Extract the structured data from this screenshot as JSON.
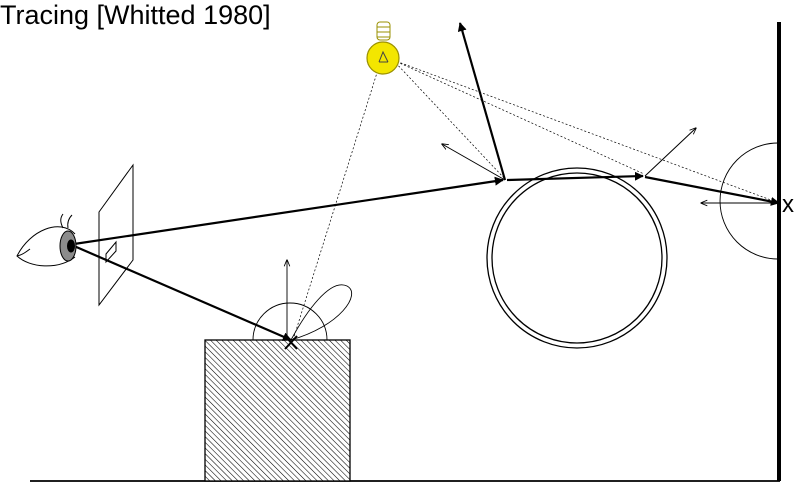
{
  "slide": {
    "title": "Tracing [Whitted 1980]"
  },
  "labels": {
    "wall_hit": "x",
    "box_hit": "x"
  },
  "colors": {
    "stroke": "#000000",
    "bulb_fill": "#f3e600",
    "bulb_stroke": "#9a9000",
    "iris": "#8c8c8c",
    "background": "#ffffff"
  },
  "icons": {
    "light_source": "light-bulb-icon",
    "viewer": "eye-icon"
  }
}
